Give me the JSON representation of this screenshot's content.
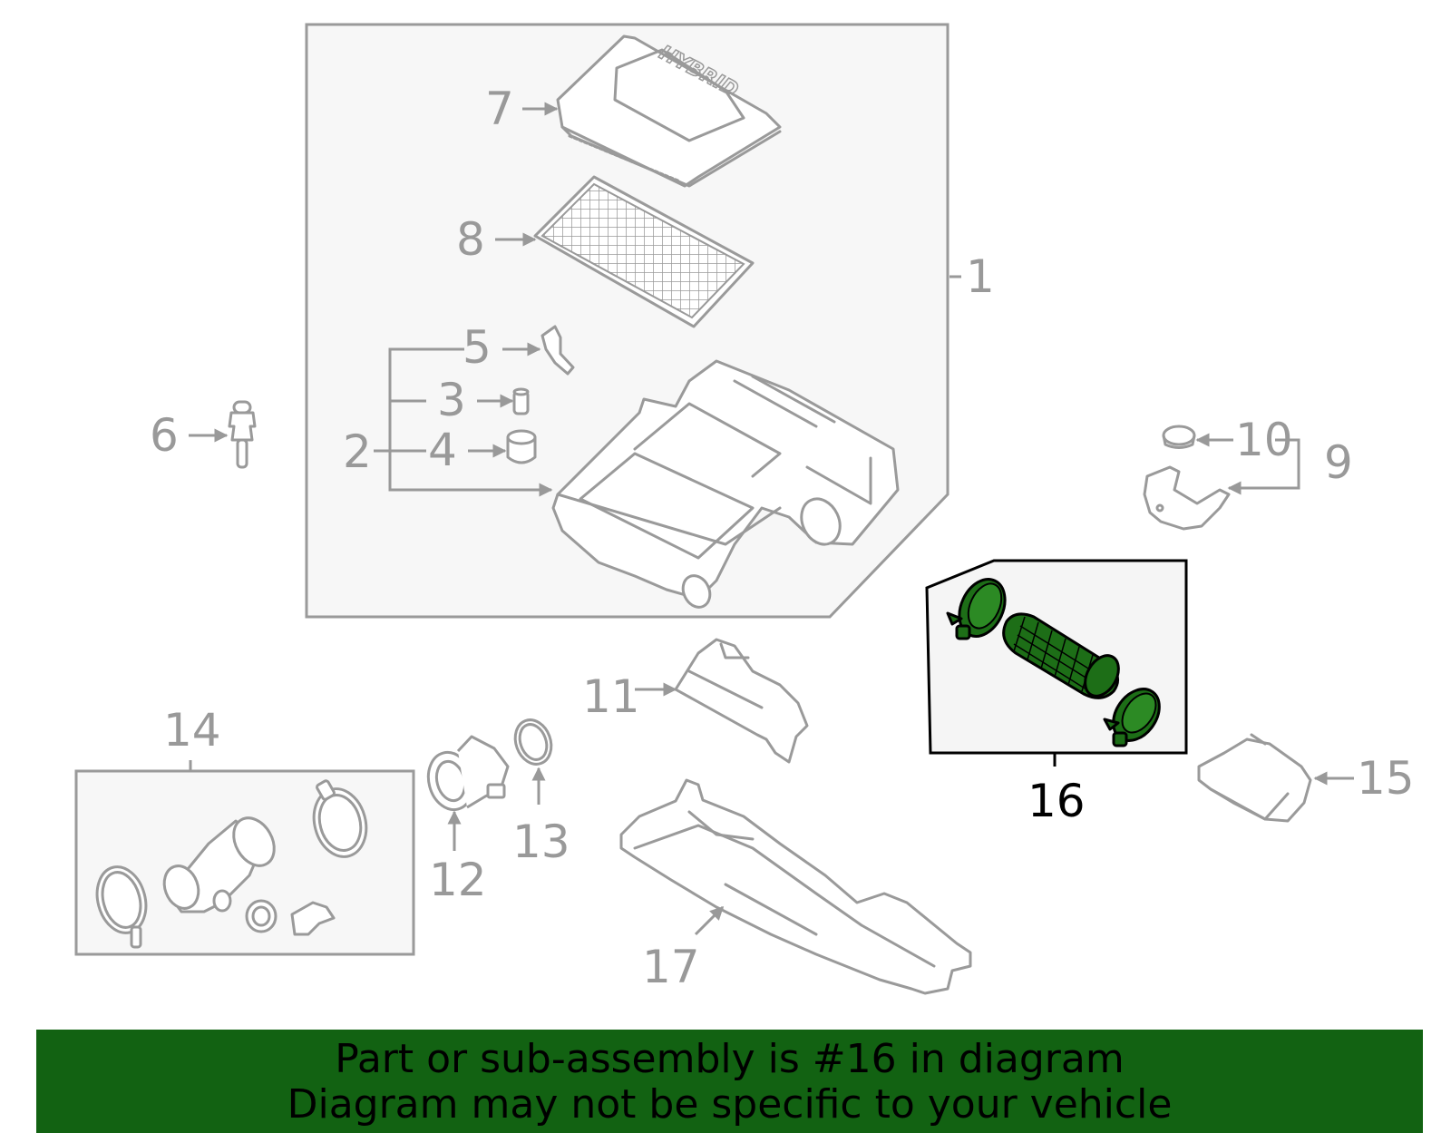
{
  "colors": {
    "part_line": "#9a9a9a",
    "box_fill": "#f7f7f7",
    "highlight_fill": "#1d6e17",
    "highlight_box_fill": "#f5f5f5",
    "banner_bg": "#126212",
    "banner_text": "#000000"
  },
  "callouts": {
    "c1": "1",
    "c2": "2",
    "c3": "3",
    "c4": "4",
    "c5": "5",
    "c6": "6",
    "c7": "7",
    "c8": "8",
    "c9": "9",
    "c10": "10",
    "c11": "11",
    "c12": "12",
    "c13": "13",
    "c14": "14",
    "c15": "15",
    "c16": "16",
    "c17": "17"
  },
  "highlighted_part": "16",
  "lid_marking": "HYBRID",
  "banner": {
    "line1": "Part or sub-assembly is #16 in diagram",
    "line2": "Diagram may not be specific to your vehicle"
  }
}
